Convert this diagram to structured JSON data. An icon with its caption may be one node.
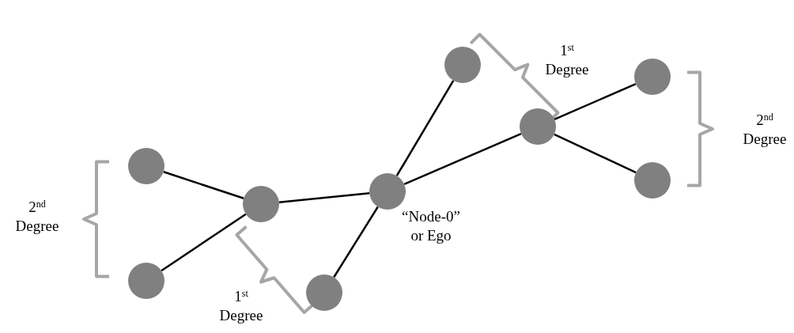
{
  "diagram": {
    "nodes": [
      {
        "text": [],
        "shape": "circle"
      },
      {
        "text": [],
        "shape": "circle"
      },
      {
        "text": [],
        "shape": "circle"
      },
      {
        "text": [],
        "shape": "circle"
      },
      {
        "text": [],
        "shape": "circle",
        "beside": [
          "“Node-0” or Ego"
        ]
      },
      {
        "text": [],
        "shape": "circle"
      },
      {
        "text": [],
        "shape": "circle"
      },
      {
        "text": [],
        "shape": "circle"
      },
      {
        "text": [],
        "shape": "circle"
      }
    ],
    "edges": [
      {
        "from": 0,
        "to": 2,
        "arrow": "none"
      },
      {
        "from": 1,
        "to": 2,
        "arrow": "none"
      },
      {
        "from": 2,
        "to": 4,
        "arrow": "none"
      },
      {
        "from": 3,
        "to": 4,
        "arrow": "none"
      },
      {
        "from": 4,
        "to": 5,
        "arrow": "none"
      },
      {
        "from": 4,
        "to": 6,
        "arrow": "none"
      },
      {
        "from": 6,
        "to": 7,
        "arrow": "none"
      },
      {
        "from": 6,
        "to": 8,
        "arrow": "none"
      }
    ],
    "labels": [
      "1$^{st}$ Degree",
      "2$^{nd}$ Degree",
      "2$^{nd}$ Degree",
      "1$^{st}$ Degree"
    ]
  }
}
